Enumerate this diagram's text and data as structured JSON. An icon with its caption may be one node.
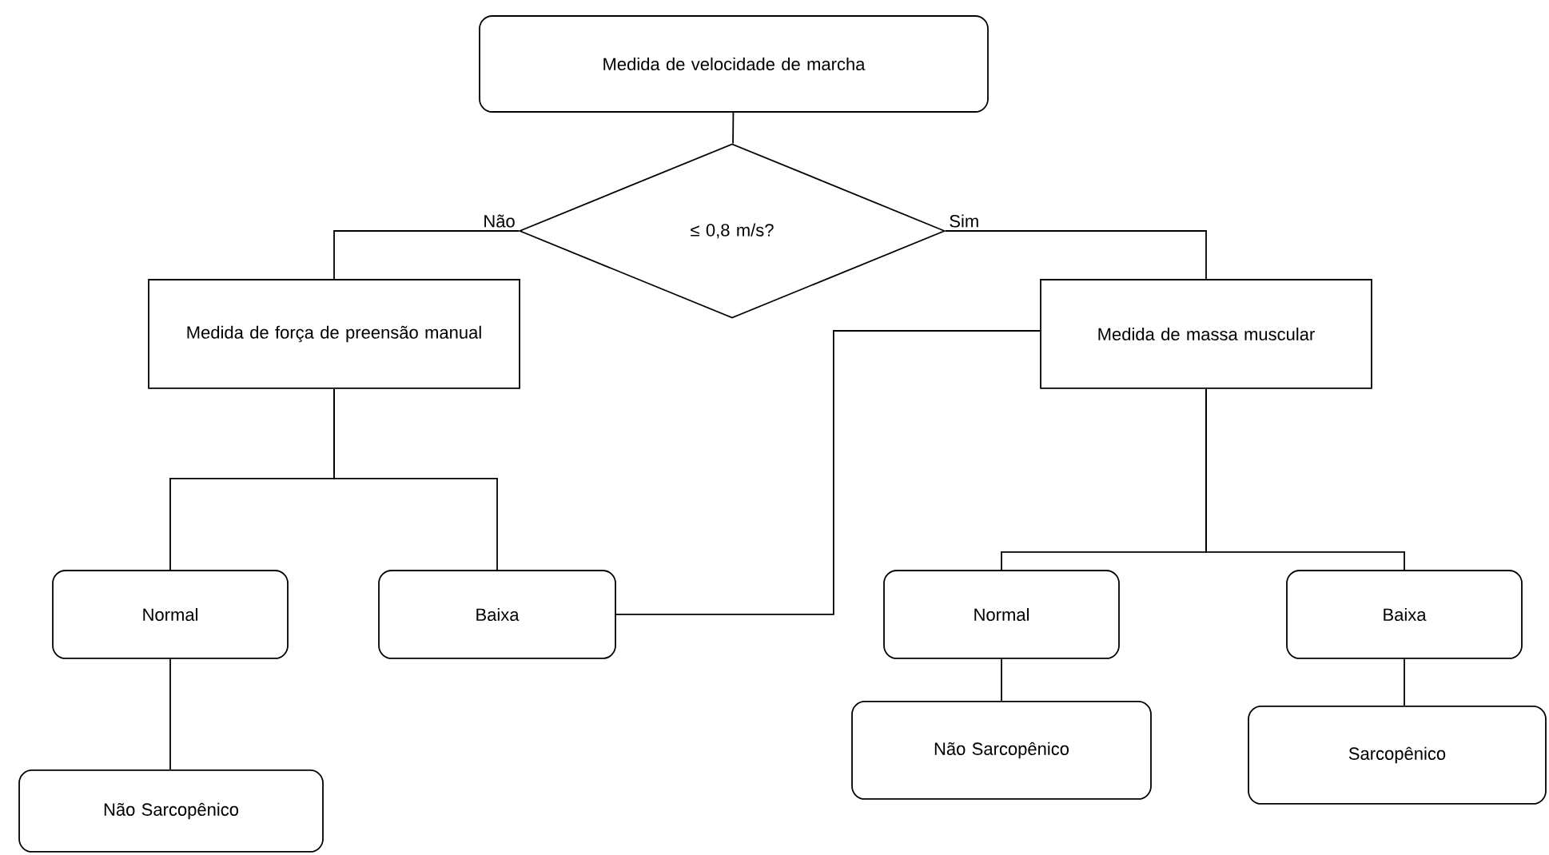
{
  "diagram": {
    "nodes": [
      {
        "text": [
          "Medida de velocidade de marcha"
        ]
      },
      {
        "text": [
          "≤ 0,8 m/s?"
        ]
      },
      {
        "text": [
          "Medida de força de preensão manual"
        ]
      },
      {
        "text": [
          "Medida de massa muscular"
        ]
      },
      {
        "text": [
          "Normal"
        ]
      },
      {
        "text": [
          "Baixa"
        ]
      },
      {
        "text": [
          "Normal"
        ]
      },
      {
        "text": [
          "Baixa"
        ]
      },
      {
        "text": [
          "Não Sarcopênico"
        ]
      },
      {
        "text": [
          "Não Sarcopênico"
        ]
      },
      {
        "text": [
          "Sarcopênico"
        ]
      }
    ],
    "edges": [
      {
        "from": 0,
        "to": 1,
        "arrow": "none"
      },
      {
        "from": 1,
        "to": 2,
        "arrow": "none",
        "label": "Não"
      },
      {
        "from": 1,
        "to": 3,
        "arrow": "none",
        "label": "Sim"
      },
      {
        "from": 2,
        "to": 4,
        "arrow": "none"
      },
      {
        "from": 2,
        "to": 5,
        "arrow": "none"
      },
      {
        "from": 5,
        "to": 3,
        "arrow": "none"
      },
      {
        "from": 3,
        "to": 6,
        "arrow": "none"
      },
      {
        "from": 3,
        "to": 7,
        "arrow": "none"
      },
      {
        "from": 4,
        "to": 8,
        "arrow": "none"
      },
      {
        "from": 6,
        "to": 9,
        "arrow": "none"
      },
      {
        "from": 7,
        "to": 10,
        "arrow": "none"
      }
    ]
  }
}
